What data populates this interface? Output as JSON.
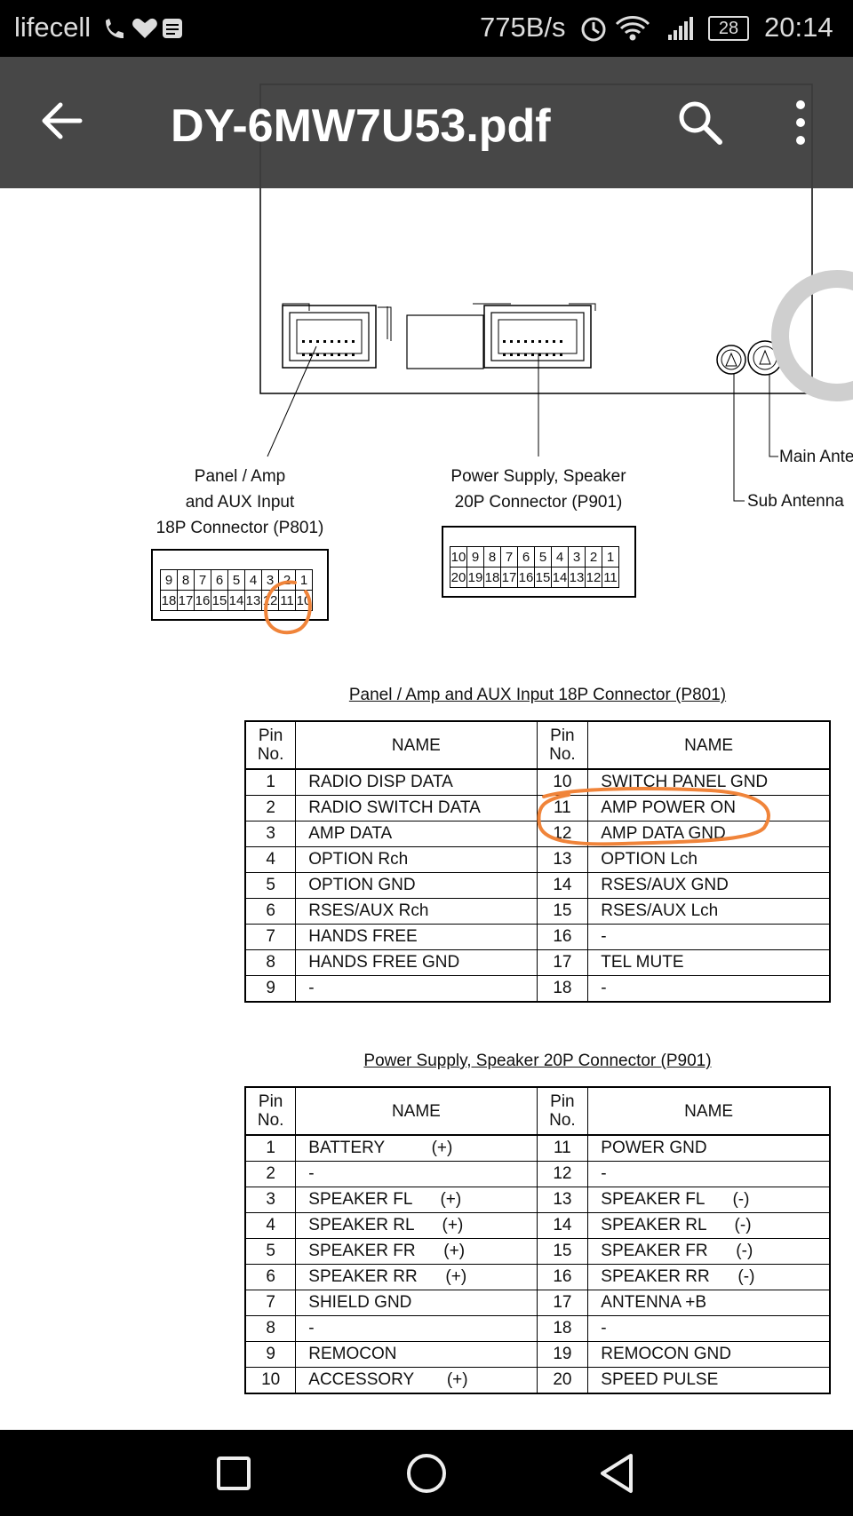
{
  "status_bar": {
    "carrier": "lifecell",
    "speed": "775B/s",
    "battery": "28",
    "time": "20:14"
  },
  "app_bar": {
    "title": "DY-6MW7U53.pdf",
    "back_icon": "arrow-left-icon",
    "search_icon": "search-icon",
    "menu_icon": "more-vert-icon"
  },
  "diagram": {
    "p801_label": [
      "Panel / Amp",
      "and AUX Input",
      "18P Connector (P801)"
    ],
    "p901_label": [
      "Power Supply, Speaker",
      "20P Connector (P901)"
    ],
    "main_antenna": "Main Ante",
    "sub_antenna": "Sub Antenna",
    "p801_top": [
      "9",
      "8",
      "7",
      "6",
      "5",
      "4",
      "3",
      "2",
      "1"
    ],
    "p801_bottom": [
      "18",
      "17",
      "16",
      "15",
      "14",
      "13",
      "12",
      "11",
      "10"
    ],
    "p901_top": [
      "10",
      "9",
      "8",
      "7",
      "6",
      "5",
      "4",
      "3",
      "2",
      "1"
    ],
    "p901_bottom": [
      "20",
      "19",
      "18",
      "17",
      "16",
      "15",
      "14",
      "13",
      "12",
      "11"
    ]
  },
  "table1": {
    "caption": "Panel / Amp and AUX Input 18P Connector (P801)",
    "headers": {
      "pin": [
        "Pin",
        "No."
      ],
      "name": "NAME"
    },
    "rows": [
      [
        "1",
        "RADIO DISP DATA",
        "10",
        "SWITCH PANEL GND"
      ],
      [
        "2",
        "RADIO SWITCH DATA",
        "11",
        "AMP POWER ON"
      ],
      [
        "3",
        "AMP DATA",
        "12",
        "AMP DATA GND"
      ],
      [
        "4",
        "OPTION Rch",
        "13",
        "OPTION Lch"
      ],
      [
        "5",
        "OPTION GND",
        "14",
        "RSES/AUX GND"
      ],
      [
        "6",
        "RSES/AUX Rch",
        "15",
        "RSES/AUX Lch"
      ],
      [
        "7",
        "HANDS FREE",
        "16",
        "-"
      ],
      [
        "8",
        "HANDS FREE GND",
        "17",
        "TEL MUTE"
      ],
      [
        "9",
        "-",
        "18",
        "-"
      ]
    ]
  },
  "table2": {
    "caption": "Power Supply, Speaker 20P Connector (P901)",
    "headers": {
      "pin": [
        "Pin",
        "No."
      ],
      "name": "NAME"
    },
    "rows": [
      [
        "1",
        "BATTERY          (+)",
        "11",
        "POWER GND"
      ],
      [
        "2",
        "-",
        "12",
        "-"
      ],
      [
        "3",
        "SPEAKER FL      (+)",
        "13",
        "SPEAKER FL      (-)"
      ],
      [
        "4",
        "SPEAKER RL      (+)",
        "14",
        "SPEAKER RL      (-)"
      ],
      [
        "5",
        "SPEAKER FR      (+)",
        "15",
        "SPEAKER FR      (-)"
      ],
      [
        "6",
        "SPEAKER RR      (+)",
        "16",
        "SPEAKER RR      (-)"
      ],
      [
        "7",
        "SHIELD GND",
        "17",
        "ANTENNA +B"
      ],
      [
        "8",
        "-",
        "18",
        "-"
      ],
      [
        "9",
        "REMOCON",
        "19",
        "REMOCON GND"
      ],
      [
        "10",
        "ACCESSORY       (+)",
        "20",
        "SPEED PULSE"
      ]
    ]
  },
  "colors": {
    "annotation": "#f0843a",
    "appbar": "#3c3c3c",
    "status": "#000000"
  },
  "nav_bar": {
    "recents": "square-icon",
    "home": "circle-icon",
    "back": "triangle-back-icon"
  }
}
